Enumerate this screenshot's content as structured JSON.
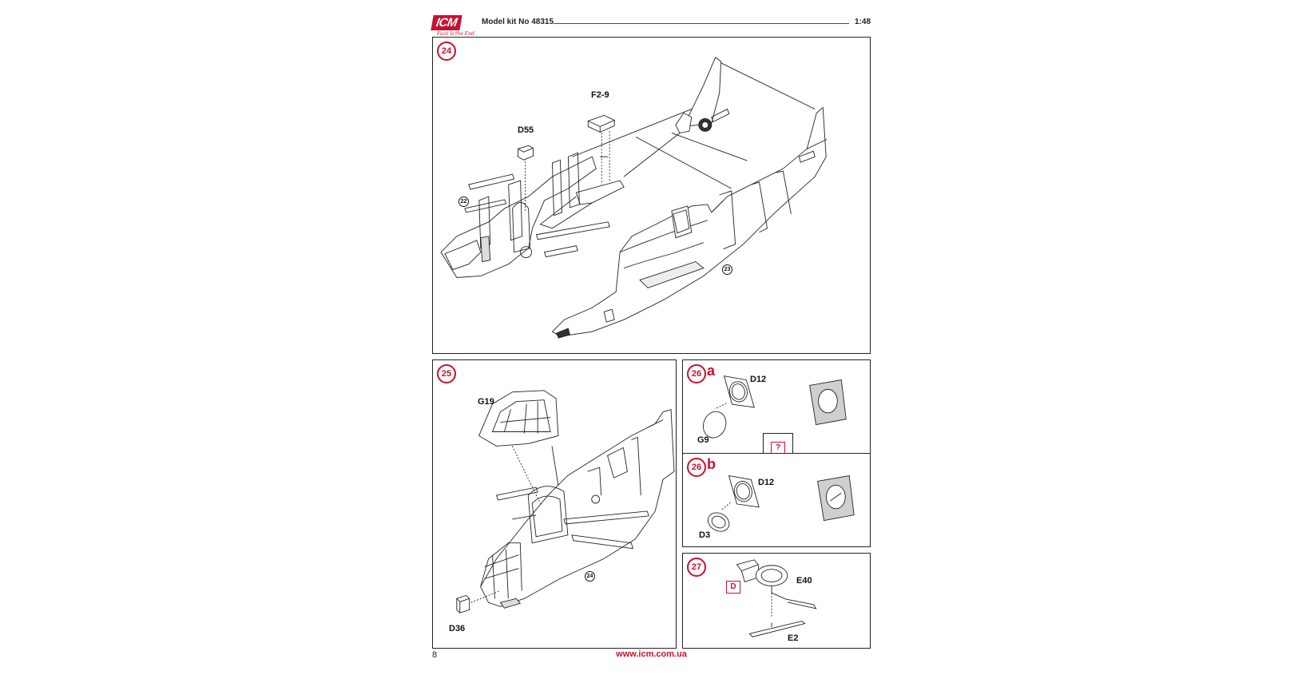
{
  "header": {
    "logo_text": "ICM",
    "logo_slogan": "Face is the End",
    "kit_number": "Model kit No 48315",
    "scale": "1:48"
  },
  "colors": {
    "accent": "#c8102e",
    "line": "#222222",
    "panel_fill": "#cfcfcf"
  },
  "steps": {
    "s24": {
      "number": "24",
      "labels": {
        "f29": "F2-9",
        "d55": "D55"
      },
      "refs": {
        "r22": "22",
        "r23": "23"
      }
    },
    "s25": {
      "number": "25",
      "labels": {
        "g19": "G19",
        "d36": "D36"
      },
      "refs": {
        "r24": "24"
      }
    },
    "s26a": {
      "number": "26",
      "variant": "a",
      "labels": {
        "d12": "D12",
        "g9": "G9"
      }
    },
    "s26b": {
      "number": "26",
      "variant": "b",
      "labels": {
        "d12": "D12",
        "d3": "D3"
      }
    },
    "s27": {
      "number": "27",
      "labels": {
        "e40": "E40",
        "e2": "E2"
      }
    }
  },
  "icons": {
    "optional_icon": "?",
    "glue_icon": "D"
  },
  "footer": {
    "page_number": "8",
    "url": "www.icm.com.ua"
  }
}
